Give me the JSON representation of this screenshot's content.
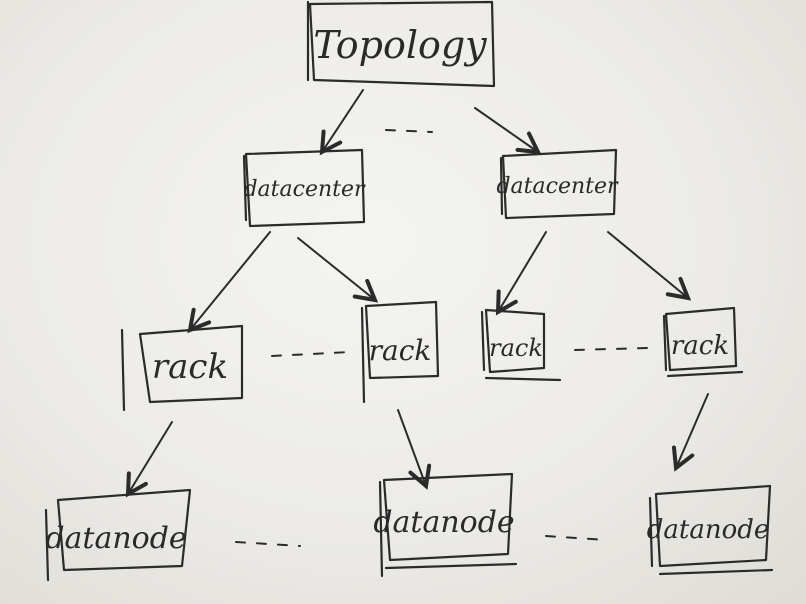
{
  "diagram": {
    "nodes": [
      {
        "id": "topology",
        "label": "Topology"
      },
      {
        "id": "datacenter-1",
        "label": "datacenter"
      },
      {
        "id": "datacenter-2",
        "label": "datacenter"
      },
      {
        "id": "rack-1",
        "label": "rack"
      },
      {
        "id": "rack-2",
        "label": "rack"
      },
      {
        "id": "rack-3",
        "label": "rack"
      },
      {
        "id": "rack-4",
        "label": "rack"
      },
      {
        "id": "datanode-1",
        "label": "datanode"
      },
      {
        "id": "datanode-2",
        "label": "datanode"
      },
      {
        "id": "datanode-3",
        "label": "datanode"
      }
    ],
    "edges": [
      {
        "from": "topology",
        "to": "datacenter-1"
      },
      {
        "from": "topology",
        "to": "datacenter-2"
      },
      {
        "from": "datacenter-1",
        "to": "rack-1"
      },
      {
        "from": "datacenter-1",
        "to": "rack-2"
      },
      {
        "from": "datacenter-2",
        "to": "rack-3"
      },
      {
        "from": "datacenter-2",
        "to": "rack-4"
      },
      {
        "from": "rack-1",
        "to": "datanode-1"
      },
      {
        "from": "rack-2",
        "to": "datanode-2"
      },
      {
        "from": "rack-4",
        "to": "datanode-3"
      }
    ],
    "ellipsis": "..."
  }
}
